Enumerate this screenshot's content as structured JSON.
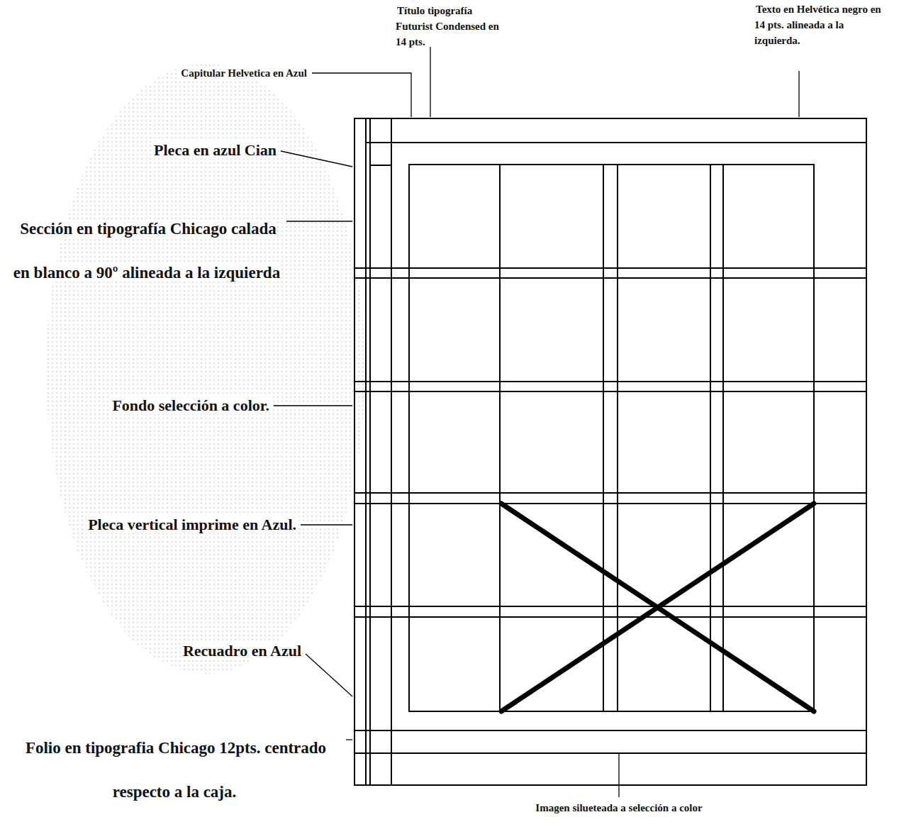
{
  "diagram": {
    "labels": [
      "Título tipografía Futurist Condensed en 14 pts.",
      "Texto en Helvética negro en 14 pts. alineada a la izquierda.",
      "Capitular Helvetica en Azul",
      "Pleca en azul Cian",
      "Sección en tipografía Chicago calada en blanco a 90º alineada a la izquierda",
      "Fondo selección a color.",
      "Pleca vertical imprime en Azul.",
      "Recuadro en Azul",
      "Folio en tipografia Chicago 12pts. centrado respecto a la caja.",
      "Imagen silueteada a selección a color"
    ]
  }
}
